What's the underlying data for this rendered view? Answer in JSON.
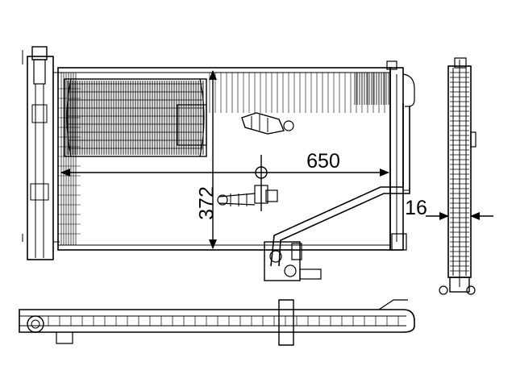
{
  "dimensions": {
    "width": "650",
    "height": "372",
    "depth": "16"
  },
  "colors": {
    "line": "#000000",
    "background": "#ffffff"
  }
}
